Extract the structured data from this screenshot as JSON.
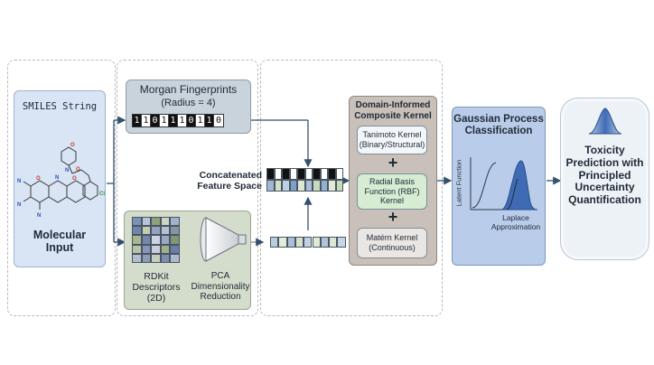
{
  "molecular_input": {
    "smiles_label": "SMILES String",
    "title": "Molecular Input"
  },
  "morgan": {
    "title": "Morgan Fingerprints",
    "subtitle": "(Radius = 4)",
    "bits": [
      "1",
      "1",
      "0",
      "1",
      "1",
      "1",
      "0",
      "1",
      "1",
      "0"
    ]
  },
  "rdkit": {
    "descriptors_label": "RDKit Descriptors (2D)",
    "pca_label": "PCA Dimensionality Reduction"
  },
  "concat": {
    "label": "Concatenated Feature Space"
  },
  "kernel": {
    "title": "Domain-Informed Composite Kernel",
    "tanimoto": "Tanimoto Kernel (Binary/Structural)",
    "rbf": "Radial Basis Function (RBF) Kernel",
    "matern": "Matérn Kernel (Continuous)",
    "plus": "+"
  },
  "gp": {
    "title": "Gaussian Process Classification",
    "latent_label": "Latent Function",
    "laplace_label": "Laplace Approximation"
  },
  "output": {
    "title": "Toxicity Prediction with Principled Uncertainty Quantification"
  },
  "colors": {
    "molecular_panel": "#d9e4f5",
    "morgan_panel": "#c9d3db",
    "rdkit_panel": "#d4dccc",
    "kernel_panel": "#c8c0b9",
    "gp_panel": "#b9cdea",
    "output_panel": "#edf2f7",
    "arrow": "#33506e"
  }
}
